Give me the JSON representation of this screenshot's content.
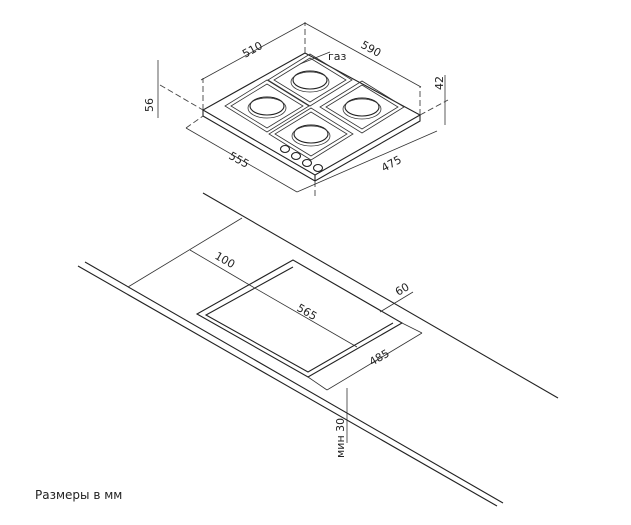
{
  "hob_dimensions": {
    "width_back": "510",
    "depth_right": "590",
    "height_left": "56",
    "height_right": "42",
    "front_left": "555",
    "front_right": "475",
    "gas_label": "газ"
  },
  "cutout_dimensions": {
    "back_offset": "100",
    "length": "565",
    "side_offset": "60",
    "width": "485",
    "min_thickness": "мин 30"
  },
  "caption": "Размеры в мм"
}
